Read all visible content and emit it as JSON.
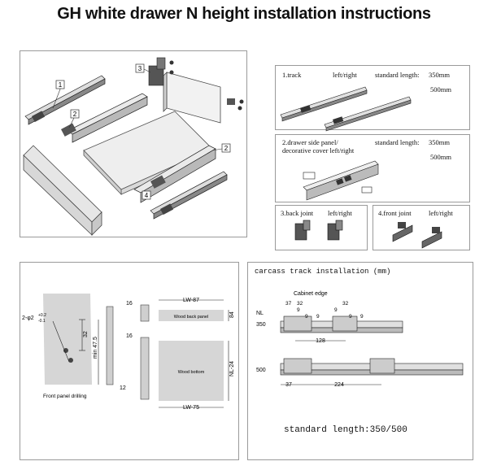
{
  "title": "GH white drawer N height installation instructions",
  "exploded_view": {
    "callouts": [
      "1",
      "2",
      "3",
      "2",
      "4"
    ]
  },
  "parts": {
    "track": {
      "label": "1.track",
      "side": "left/right",
      "standard_length_label": "standard length:",
      "lengths": [
        "350mm",
        "500mm"
      ]
    },
    "side_panel": {
      "label_line1": "2.drawer side panel/",
      "label_line2": "decorative cover left/right",
      "standard_length_label": "standard length:",
      "lengths": [
        "350mm",
        "500mm"
      ]
    },
    "back_joint": {
      "label": "3.back joint",
      "side": "left/right"
    },
    "front_joint": {
      "label": "4.front joint",
      "side": "left/right"
    }
  },
  "drilling": {
    "hole_spec": "2-φ2",
    "tolerance_upper": "+0.2",
    "tolerance_lower": "-0.1",
    "dim_32": "32",
    "dim_min": "min 47.5",
    "dim_12": "12",
    "caption": "Front panel drilling",
    "dim_16_top": "16",
    "dim_16_bottom": "16",
    "dim_lw87": "LW-87",
    "dim_84": "84",
    "back_panel_label": "Wood back panel",
    "bottom_label": "Wood bottom",
    "dim_nl24": "NL-24",
    "dim_lw75": "LW-75"
  },
  "carcass": {
    "title": "carcass track installation (mm)",
    "cabinet_edge": "Cabinet edge",
    "nl_label": "NL",
    "nl_350": "350",
    "nl_500": "500",
    "dims_top": [
      "37",
      "32",
      "9",
      "9",
      "32"
    ],
    "dims_holes": [
      "9",
      "9",
      "9",
      "9"
    ],
    "dim_128": "128",
    "dim_37": "37",
    "dim_224": "224",
    "standard_length": "standard length:350/500"
  }
}
